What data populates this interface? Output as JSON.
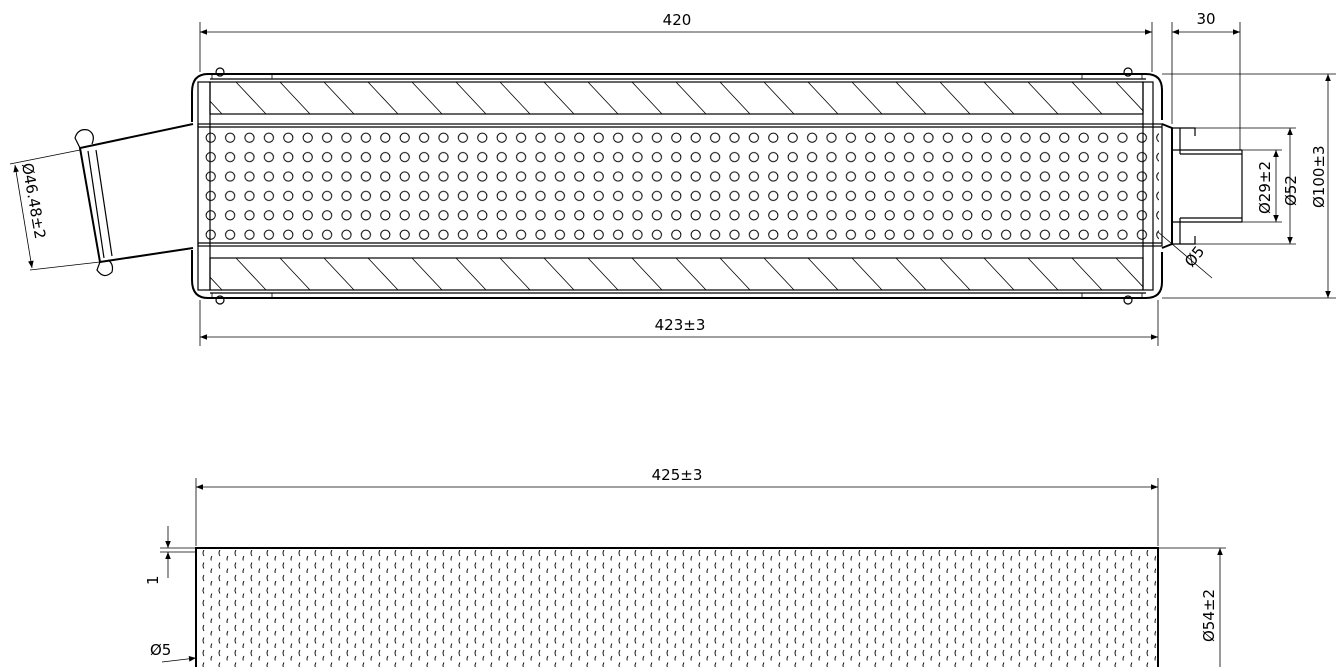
{
  "drawing": {
    "top_view": {
      "dim_length": "420",
      "dim_outlet_length": "30",
      "dim_overall_length": "423±3",
      "dim_inlet_diameter": "Ø46.48±2",
      "dim_outlet_inner": "Ø29±2",
      "dim_outlet_flange": "Ø52",
      "dim_body_diameter": "Ø100±3",
      "dim_hole": "Ø5"
    },
    "bottom_view": {
      "dim_length": "425±3",
      "dim_thickness": "1",
      "dim_diameter": "Ø54±2",
      "dim_hole": "Ø5"
    }
  }
}
